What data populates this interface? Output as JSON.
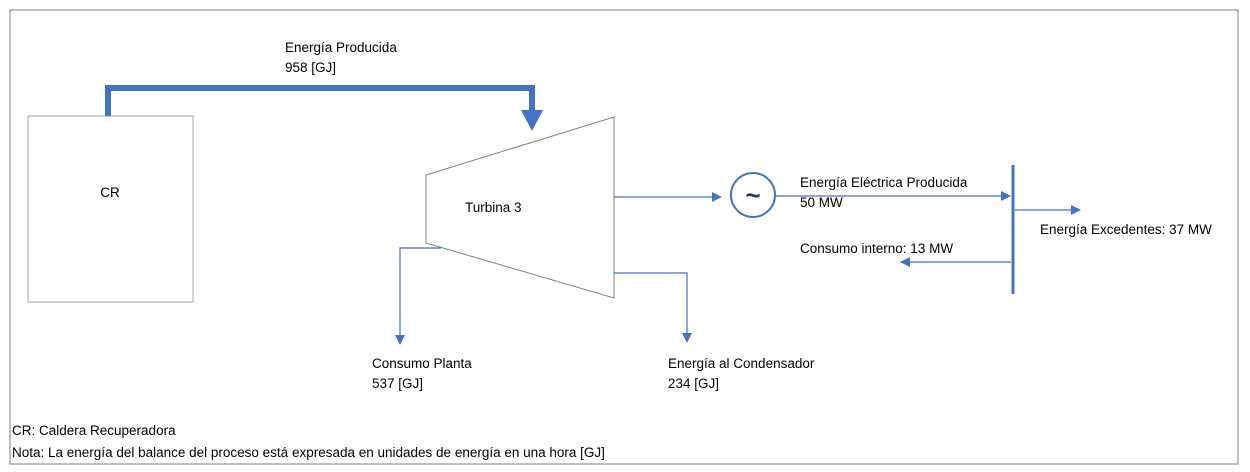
{
  "colors": {
    "flow": "#4472C4",
    "box_stroke": "#A6A6A6",
    "frame_stroke": "#7F7F7F",
    "text": "#000000"
  },
  "boiler": {
    "label": "CR"
  },
  "turbine": {
    "label": "Turbina 3"
  },
  "generator": {
    "icon": "tilde-icon",
    "symbol": "~"
  },
  "flows": {
    "energia_producida": {
      "label": "Energía Producida",
      "value": "958 [GJ]"
    },
    "energia_electrica": {
      "label": "Energía Eléctrica Producida",
      "value": "50 MW"
    },
    "excedentes": {
      "label": "Energía Excedentes: 37 MW"
    },
    "consumo_interno": {
      "label": "Consumo interno: 13 MW"
    },
    "consumo_planta": {
      "label": "Consumo Planta",
      "value": "537 [GJ]"
    },
    "condensador": {
      "label": "Energía al Condensador",
      "value": "234 [GJ]"
    }
  },
  "notes": {
    "cr": "CR: Caldera Recuperadora",
    "nota": "Nota: La energía del balance del proceso está expresada en unidades de energía en una hora [GJ]"
  }
}
